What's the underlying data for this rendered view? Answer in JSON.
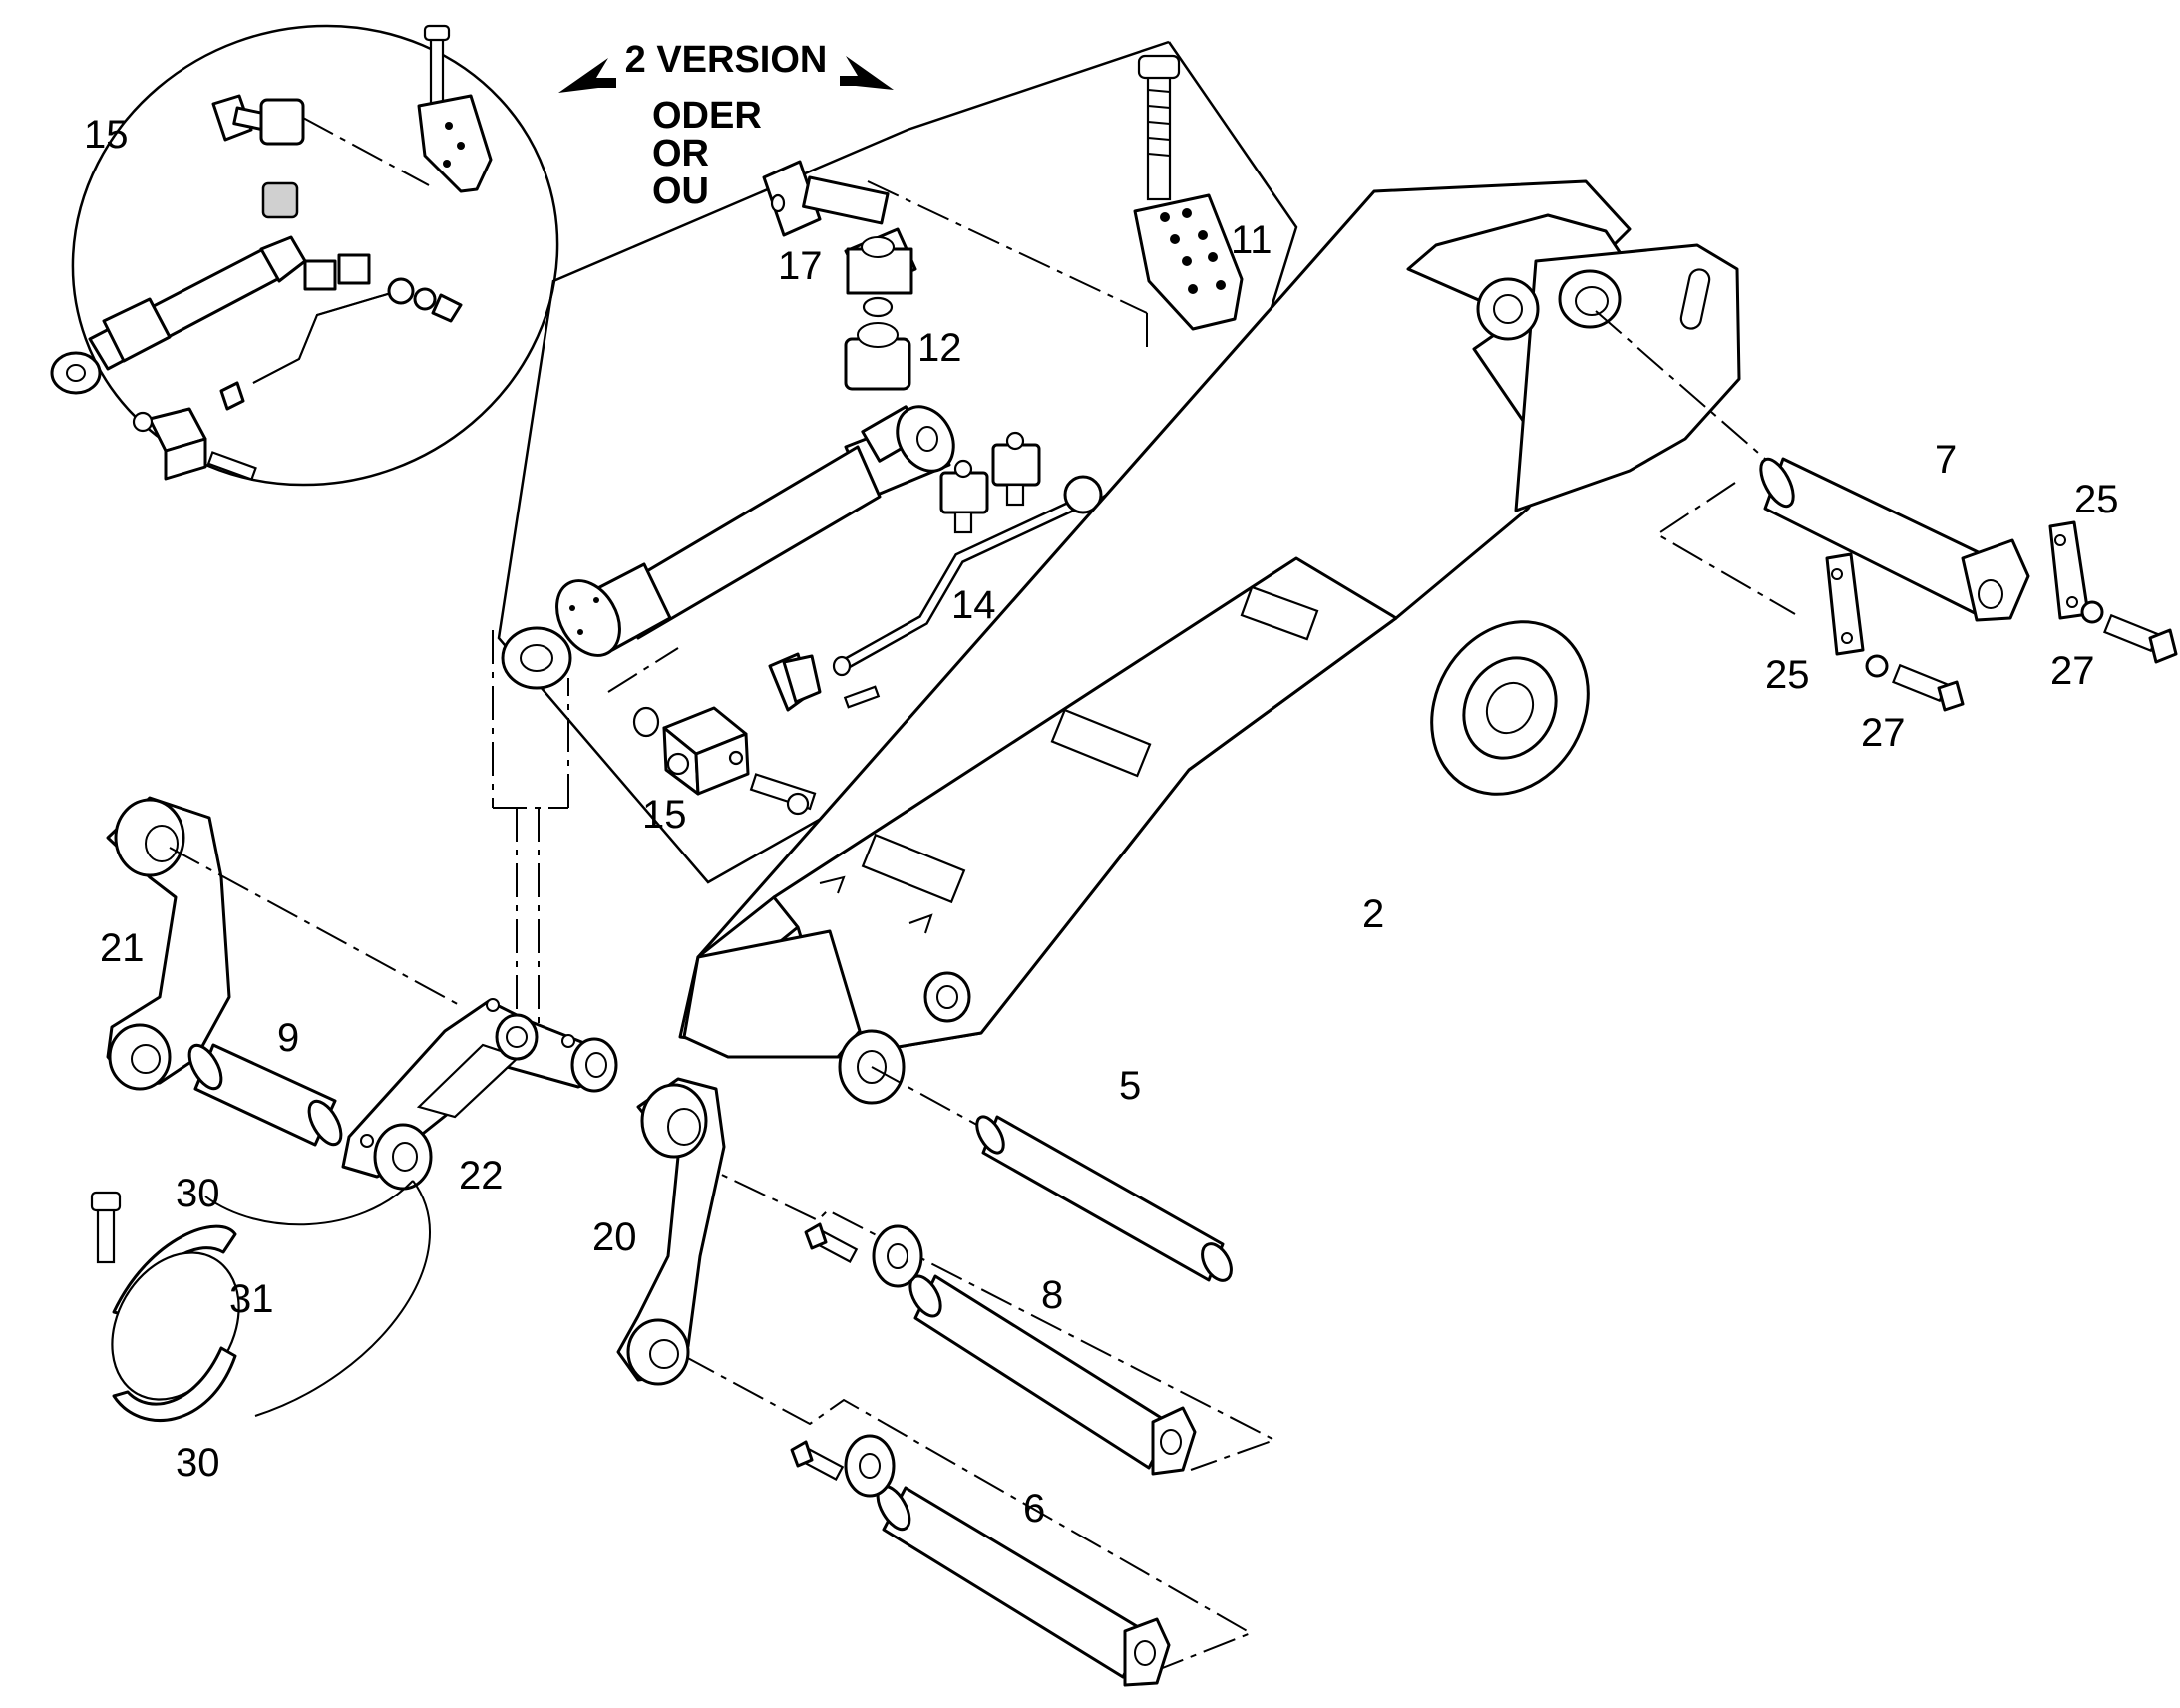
{
  "version_note": {
    "title": "2 VERSION",
    "lines": [
      "ODER",
      "OR",
      "OU"
    ]
  },
  "callouts": [
    {
      "id": "c2",
      "text": "2"
    },
    {
      "id": "c5",
      "text": "5"
    },
    {
      "id": "c6",
      "text": "6"
    },
    {
      "id": "c7",
      "text": "7"
    },
    {
      "id": "c8",
      "text": "8"
    },
    {
      "id": "c9",
      "text": "9"
    },
    {
      "id": "c11",
      "text": "11"
    },
    {
      "id": "c12",
      "text": "12"
    },
    {
      "id": "c14",
      "text": "14"
    },
    {
      "id": "c15a",
      "text": "15"
    },
    {
      "id": "c15b",
      "text": "15"
    },
    {
      "id": "c17",
      "text": "17"
    },
    {
      "id": "c20",
      "text": "20"
    },
    {
      "id": "c21",
      "text": "21"
    },
    {
      "id": "c22",
      "text": "22"
    },
    {
      "id": "c25a",
      "text": "25"
    },
    {
      "id": "c25b",
      "text": "25"
    },
    {
      "id": "c27a",
      "text": "27"
    },
    {
      "id": "c27b",
      "text": "27"
    },
    {
      "id": "c30a",
      "text": "30"
    },
    {
      "id": "c30b",
      "text": "30"
    },
    {
      "id": "c31",
      "text": "31"
    }
  ]
}
